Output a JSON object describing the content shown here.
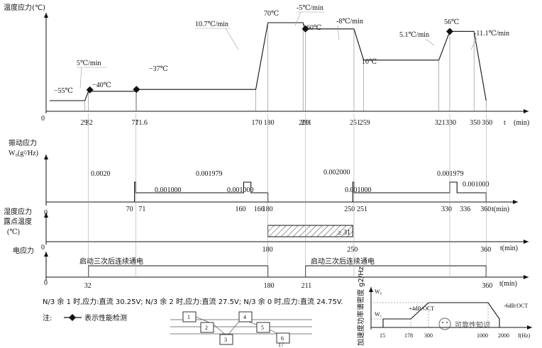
{
  "panels": {
    "temperature": {
      "ylabel": "温度应力(℃)",
      "origin": "0",
      "tunit": "t",
      "unit": "(min)",
      "ticks": [
        "29",
        "32",
        "71",
        "71.6",
        "170",
        "180",
        "209",
        "211",
        "251",
        "259",
        "321",
        "330",
        "350",
        "360"
      ],
      "levels": [
        "−55℃",
        "−40℃",
        "−37℃",
        "70℃",
        "60℃",
        "10℃",
        "56℃"
      ],
      "rates": [
        "5℃/min",
        "10.7℃/min",
        "-5℃/min",
        "-8℃/min",
        "5.1℃/min",
        "-11.1℃/min"
      ]
    },
    "vibration": {
      "ylabel1": "振动应力",
      "ylabel2": "W₀(g²/Hz)",
      "origin": "0",
      "unit": "t(min)",
      "ticks": [
        "70",
        "71",
        "160",
        "166",
        "180",
        "250",
        "251",
        "330",
        "336",
        "360"
      ],
      "values": [
        "0.0020",
        "0.001000",
        "0.001979",
        "0.001000",
        "0.002000",
        "0.001000",
        "0.001979",
        "0.001000"
      ]
    },
    "humidity": {
      "ylabel1": "湿度应力",
      "ylabel2": "露点温度",
      "ylabel3": "(℃)",
      "origin": "0",
      "unit": "t(min)",
      "ticks": [
        "180",
        "250",
        "360"
      ],
      "value": "≥ 31"
    },
    "electric": {
      "ylabel": "电应力",
      "origin": "0",
      "unit": "t(min)",
      "ticks": [
        "32",
        "180",
        "211",
        "360"
      ],
      "label1": "启动三次后连续通电",
      "label2": "启动三次后连续通电"
    }
  },
  "note_line": "N/3 余 1 时,应力:直流 30.25V; N/3 余 2 时,应力:直流 27.5V; N/3 余 0 时,应力:直流 24.75V.",
  "legend": {
    "prefix": "注:",
    "text": "表示性能检测"
  },
  "sequence_boxes": [
    "1",
    "2",
    "3",
    "4",
    "5",
    "6",
    "17"
  ],
  "inset": {
    "ylabel": "加速度功率谱密度 g2/Hz",
    "ylevel_top": "W₀",
    "ylevel_low": "W₁",
    "slope_up": "+4dB/OCT",
    "slope_down": "-6dB/OCT",
    "xticks": [
      "15",
      "178",
      "300",
      "1000",
      "2000"
    ],
    "xunit": "f(Hz)"
  },
  "watermark": "可靠性知识",
  "chart_data": [
    {
      "type": "line",
      "title": "",
      "ylabel": "温度应力(℃)",
      "xlabel": "t (min)",
      "x": [
        0,
        29,
        32,
        71,
        71.6,
        170,
        180,
        209,
        211,
        251,
        259,
        321,
        330,
        350,
        360
      ],
      "y": [
        -55,
        -55,
        -40,
        -40,
        -37,
        -37,
        70,
        70,
        60,
        60,
        10,
        10,
        56,
        56,
        -55
      ]
    },
    {
      "type": "line",
      "title": "",
      "ylabel": "W₀(g²/Hz)",
      "xlabel": "t(min)",
      "x": [
        0,
        70,
        71,
        160,
        166,
        180,
        250,
        251,
        330,
        336,
        360
      ],
      "y": [
        0,
        0.002,
        0.001,
        0.001979,
        0.001,
        0,
        0.002,
        0.001,
        0.001979,
        0.001,
        0
      ]
    },
    {
      "type": "line",
      "title": "",
      "ylabel": "露点温度(℃)",
      "xlabel": "t(min)",
      "x": [
        180,
        250
      ],
      "y": [
        31,
        31
      ]
    },
    {
      "type": "line",
      "title": "",
      "ylabel": "电应力",
      "xlabel": "t(min)",
      "x": [
        32,
        180,
        211,
        360
      ],
      "y": [
        1,
        1,
        1,
        1
      ]
    }
  ]
}
